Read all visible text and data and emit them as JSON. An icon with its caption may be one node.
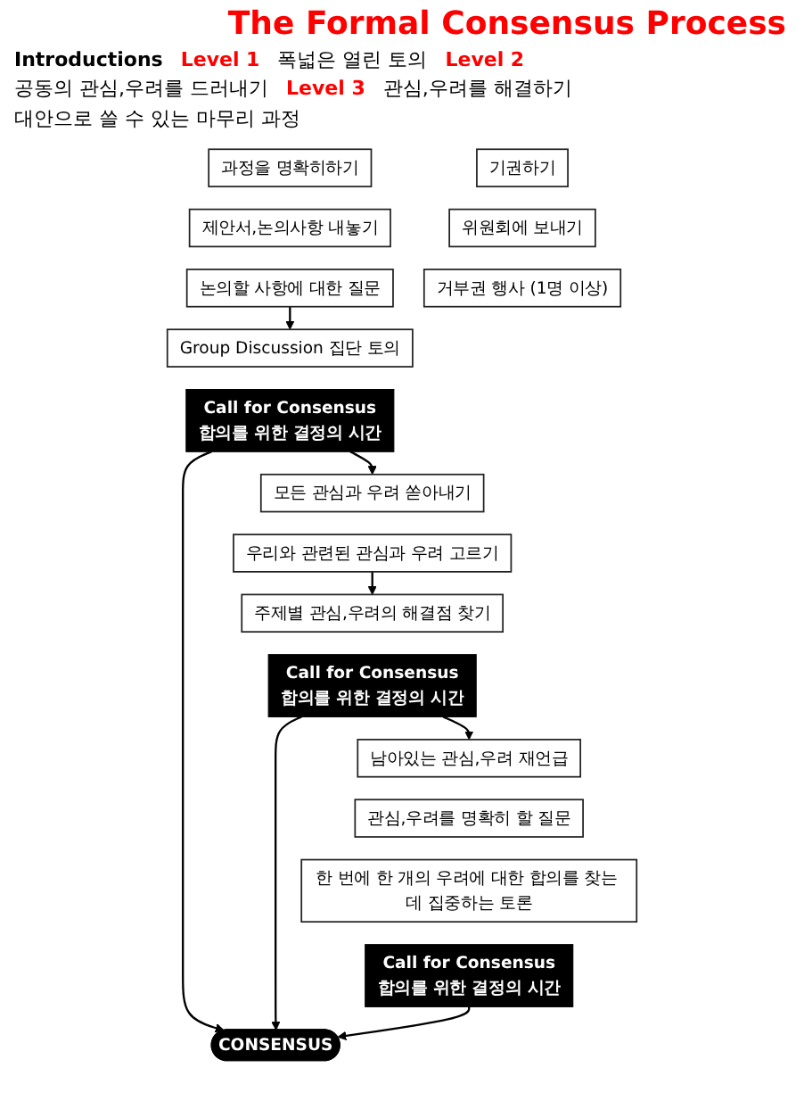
{
  "diagram": {
    "title": "The Formal Consensus Process",
    "nodes": [
      {
        "text": [
          "과정을 명확히하기"
        ]
      },
      {
        "text": [
          "제안서,논의사항 내놓기"
        ]
      },
      {
        "text": [
          "논의할 사항에 대한 질문"
        ]
      },
      {
        "text": [
          "Group Discussion 집단 토의"
        ]
      },
      {
        "text": [
          "Call for Consensus",
          "합의를 위한 결정의 시간"
        ]
      },
      {
        "text": [
          "모든 관심과 우려 쏟아내기"
        ]
      },
      {
        "text": [
          "우리와 관련된 관심과 우려 고르기"
        ]
      },
      {
        "text": [
          "주제별 관심,우려의 해결점 찾기"
        ]
      },
      {
        "text": [
          "Call for Consensus",
          "합의를 위한 결정의 시간"
        ]
      },
      {
        "text": [
          "남아있는 관심,우려 재언급"
        ]
      },
      {
        "text": [
          "관심,우려를 명확히 할 질문"
        ]
      },
      {
        "text": [
          "한 번에 한 개의 우려에 대한 합의를 찾는 데 집중하는 토론"
        ]
      },
      {
        "text": [
          "Call for Consensus",
          "합의를 위한 결정의 시간"
        ]
      },
      {
        "text": [
          "CONSENSUS"
        ]
      },
      {
        "text": [
          "기권하기"
        ]
      },
      {
        "text": [
          "위원회에 보내기"
        ]
      },
      {
        "text": [
          "거부권 행사 (1명 이상)"
        ]
      }
    ],
    "edges": [
      {
        "from": 2,
        "to": 3,
        "arrow": "to"
      },
      {
        "from": 4,
        "to": 5,
        "arrow": "to"
      },
      {
        "from": 4,
        "to": 13,
        "arrow": "to"
      },
      {
        "from": 6,
        "to": 7,
        "arrow": "to"
      },
      {
        "from": 8,
        "to": 13,
        "arrow": "to"
      },
      {
        "from": 8,
        "to": 9,
        "arrow": "to"
      },
      {
        "from": 12,
        "to": 13,
        "arrow": "to"
      }
    ],
    "labels": [
      "Introductions",
      "Level 1",
      "폭넓은 열린 토의",
      "Level 2",
      "공동의 관심,우려를 드러내기",
      "Level 3",
      "관심,우려를 해결하기",
      "대안으로 쓸 수 있는 마무리 과정"
    ]
  }
}
